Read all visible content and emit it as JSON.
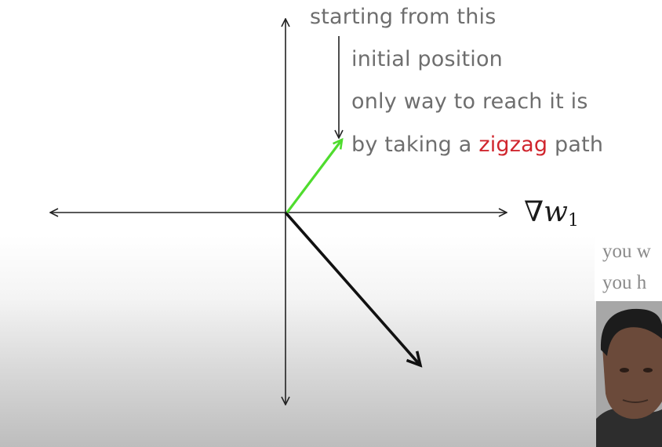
{
  "annotation": {
    "line1": "starting from this",
    "line2": "initial position",
    "line3": "only way to reach it is",
    "line4_pre": "by taking a ",
    "line4_highlight": "zigzag",
    "line4_post": " path"
  },
  "axis_label": {
    "nabla": "∇",
    "variable": "w",
    "subscript": "1"
  },
  "caption": {
    "line1": "you w",
    "line2": "you h"
  },
  "colors": {
    "annotation_text": "#6e6e6e",
    "highlight": "#d0262e",
    "green_arrow": "#4fdc2e",
    "black_arrow": "#111111",
    "axes": "#222222"
  }
}
